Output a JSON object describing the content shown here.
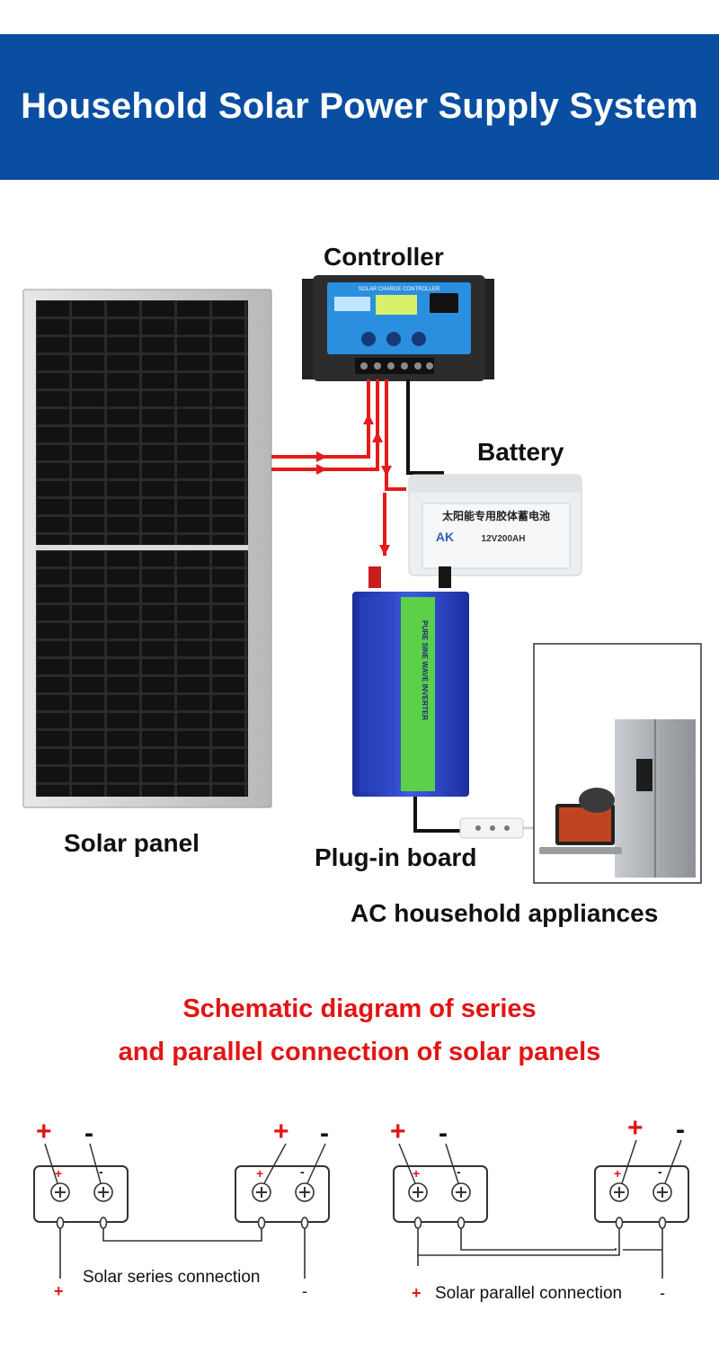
{
  "header": {
    "title": "Household Solar Power Supply System"
  },
  "system": {
    "controller_label": "Controller",
    "battery_label": "Battery",
    "solar_panel_label": "Solar panel",
    "plug_board_label": "Plug-in board",
    "appliances_label": "AC household appliances",
    "controller_screen_text": "SOLAR CHARGE CONTROLLER",
    "battery_brand": "AK",
    "battery_rating": "12V200AH",
    "battery_chinese_text": "太阳能专用胶体蓄电池",
    "inverter_text": "PURE SINE WAVE INVERTER"
  },
  "schematic": {
    "title_line1": "Schematic diagram of series",
    "title_line2": "and parallel connection of solar panels",
    "plus": "+",
    "minus": "-",
    "series_label": "Solar series connection",
    "parallel_label": "Solar parallel connection"
  },
  "colors": {
    "banner": "#0a4ea2",
    "red": "#e31414",
    "wire_red": "#e41b1b",
    "inverter_blue": "#2b46c4"
  }
}
